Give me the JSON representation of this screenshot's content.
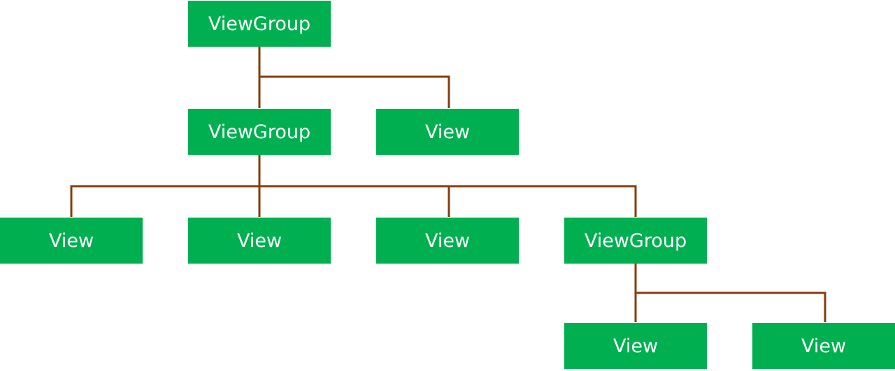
{
  "colors": {
    "node_fill": "#00b050",
    "node_text": "#ffffff",
    "connector": "#843c0c",
    "background": "#ffffff"
  },
  "nodes": {
    "root": "ViewGroup",
    "level1_group": "ViewGroup",
    "level1_view": "View",
    "level2_view_a": "View",
    "level2_view_b": "View",
    "level2_view_c": "View",
    "level2_group": "ViewGroup",
    "level3_view_a": "View",
    "level3_view_b": "View"
  },
  "edges": [
    [
      "root",
      "level1_group"
    ],
    [
      "root",
      "level1_view"
    ],
    [
      "level1_group",
      "level2_view_a"
    ],
    [
      "level1_group",
      "level2_view_b"
    ],
    [
      "level1_group",
      "level2_view_c"
    ],
    [
      "level1_group",
      "level2_group"
    ],
    [
      "level2_group",
      "level3_view_a"
    ],
    [
      "level2_group",
      "level3_view_b"
    ]
  ]
}
